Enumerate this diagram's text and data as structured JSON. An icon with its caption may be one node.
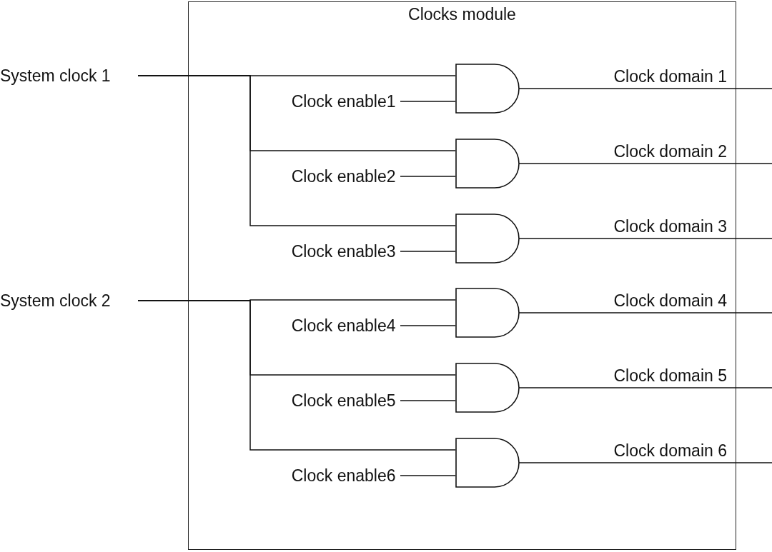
{
  "diagram": {
    "nodes": [
      {
        "text": [
          "Clocks module"
        ]
      },
      {
        "text": [
          "System clock 1"
        ]
      },
      {
        "text": [
          "System clock 2"
        ]
      },
      {
        "text": [
          "Clock enable1"
        ],
        "in": 0
      },
      {
        "text": [
          "Clock enable2"
        ],
        "in": 0
      },
      {
        "text": [
          "Clock enable3"
        ],
        "in": 0
      },
      {
        "text": [
          "Clock enable4"
        ],
        "in": 0
      },
      {
        "text": [
          "Clock enable5"
        ],
        "in": 0
      },
      {
        "text": [
          "Clock enable6"
        ],
        "in": 0
      },
      {
        "text": [],
        "shape": "gate",
        "in": 0
      },
      {
        "text": [],
        "shape": "gate",
        "in": 0
      },
      {
        "text": [],
        "shape": "gate",
        "in": 0
      },
      {
        "text": [],
        "shape": "gate",
        "in": 0
      },
      {
        "text": [],
        "shape": "gate",
        "in": 0
      },
      {
        "text": [],
        "shape": "gate",
        "in": 0
      }
    ],
    "edges": [
      {
        "from": 1,
        "to": 9,
        "arrow": "none"
      },
      {
        "from": 1,
        "to": 10,
        "arrow": "none"
      },
      {
        "from": 1,
        "to": 11,
        "arrow": "none"
      },
      {
        "from": 2,
        "to": 12,
        "arrow": "none"
      },
      {
        "from": 2,
        "to": 13,
        "arrow": "none"
      },
      {
        "from": 2,
        "to": 14,
        "arrow": "none"
      },
      {
        "from": 3,
        "to": 9,
        "arrow": "none"
      },
      {
        "from": 4,
        "to": 10,
        "arrow": "none"
      },
      {
        "from": 5,
        "to": 11,
        "arrow": "none"
      },
      {
        "from": 6,
        "to": 12,
        "arrow": "none"
      },
      {
        "from": 7,
        "to": 13,
        "arrow": "none"
      },
      {
        "from": 8,
        "to": 14,
        "arrow": "none"
      },
      {
        "from": 9,
        "to": null,
        "label": "Clock domain 1",
        "arrow": "none"
      },
      {
        "from": 10,
        "to": null,
        "label": "Clock domain 2",
        "arrow": "none"
      },
      {
        "from": 11,
        "to": null,
        "label": "Clock domain 3",
        "arrow": "none"
      },
      {
        "from": 12,
        "to": null,
        "label": "Clock domain 4",
        "arrow": "none"
      },
      {
        "from": 13,
        "to": null,
        "label": "Clock domain 5",
        "arrow": "none"
      },
      {
        "from": 14,
        "to": null,
        "label": "Clock domain 6",
        "arrow": "none"
      }
    ]
  }
}
